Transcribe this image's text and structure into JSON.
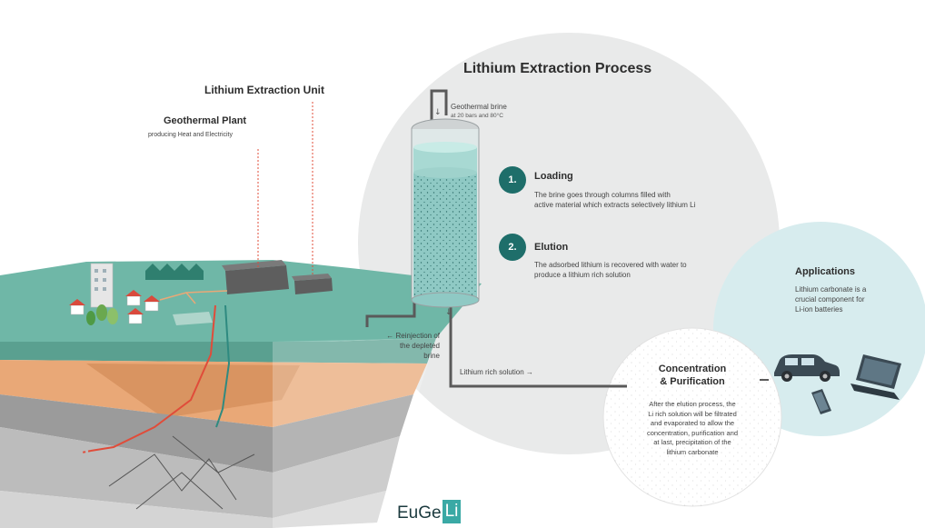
{
  "left": {
    "extraction_unit_label": "Lithium Extraction Unit",
    "geothermal_plant_title": "Geothermal Plant",
    "geothermal_plant_sub": "producing Heat and Electricity"
  },
  "process": {
    "title": "Lithium Extraction Process",
    "brine_in_title": "Geothermal brine",
    "brine_in_sub": "at 20 bars and 80°C",
    "step1": {
      "number": "1.",
      "title": "Loading",
      "text_line1": "The brine goes through columns filled with",
      "text_line2": "active material which extracts selectively lithium Li"
    },
    "step2": {
      "number": "2.",
      "title": "Elution",
      "text_line1": "The adsorbed lithium is recovered with water to",
      "text_line2": "produce a lithium rich solution"
    },
    "reinjection_line1": "← Reinjection of",
    "reinjection_line2": "the depleted",
    "reinjection_line3": "brine",
    "rich_solution": "Lithium rich solution →"
  },
  "concentration": {
    "title_line1": "Concentration",
    "title_line2": "& Purification",
    "text_lines": [
      "After the elution process, the",
      "Li rich solution will be filtrated",
      "and evaporated to allow the",
      "concentration, purification and",
      "at last, precipitation of the",
      "lithium carbonate"
    ]
  },
  "applications": {
    "title": "Applications",
    "text_lines": [
      "Lithium carbonate is a",
      "crucial component for",
      "Li-ion batteries"
    ]
  },
  "logo": {
    "text": "EuGe",
    "box": "Li"
  },
  "colors": {
    "teal_dark": "#1e6e6a",
    "teal_water": "#8fc9c4",
    "circle_grey": "#e9eaea",
    "app_circle": "#d7ecee",
    "ground_green": "#6fb7a7",
    "sediment_orange": "#e9a877",
    "pipe_grey": "#5a5a5a",
    "logo_teal": "#3aa9a5"
  }
}
